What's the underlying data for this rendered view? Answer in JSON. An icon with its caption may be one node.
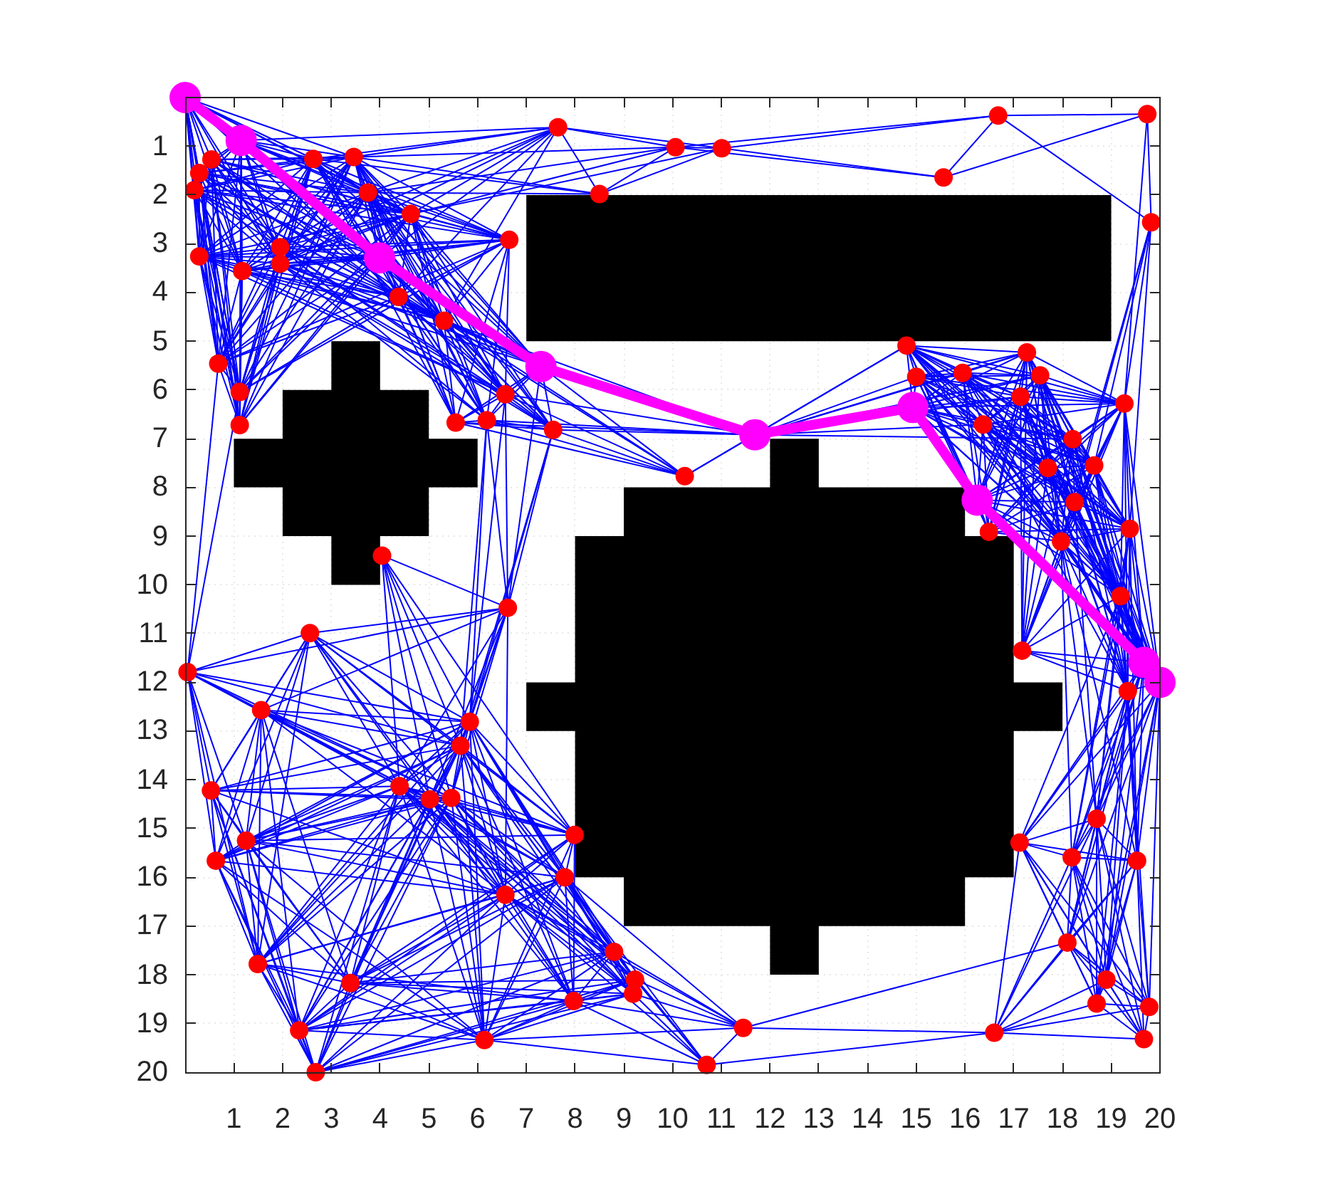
{
  "diagram": {
    "labels": [
      "1",
      "2",
      "3",
      "4",
      "5",
      "6",
      "7",
      "8",
      "9",
      "10",
      "11",
      "12",
      "13",
      "14",
      "15",
      "16",
      "17",
      "18",
      "19",
      "20",
      "1",
      "2",
      "3",
      "4",
      "5",
      "6",
      "7",
      "8",
      "9",
      "10",
      "11",
      "12",
      "13",
      "14",
      "15",
      "16",
      "17",
      "18",
      "19",
      "20"
    ]
  }
}
